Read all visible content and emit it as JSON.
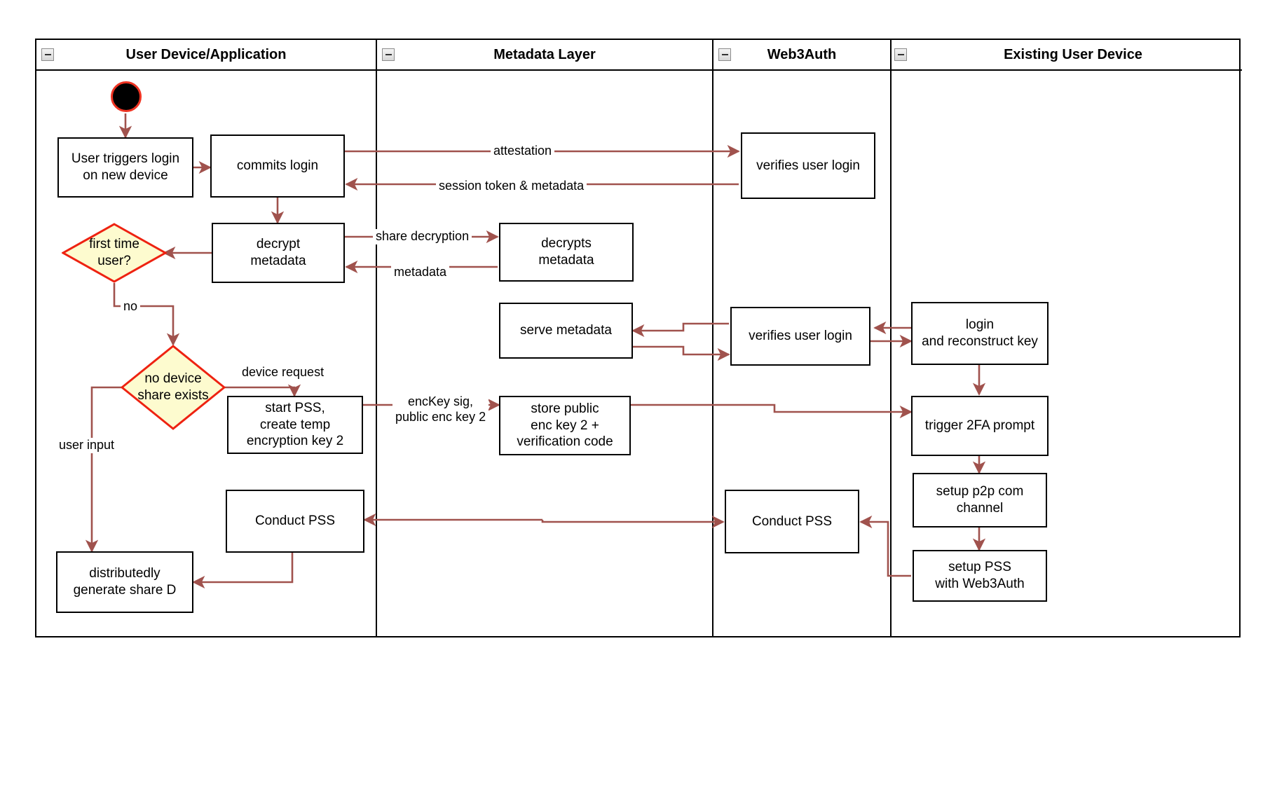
{
  "diagram": {
    "type": "uml-activity-swimlane",
    "accent_arrow_color": "#a0524d",
    "decision_fill": "#fdfbcf",
    "decision_stroke": "#ee2211",
    "node_stroke": "#000000",
    "start_node_stroke": "#ee3322"
  },
  "lanes": [
    {
      "id": "user-device",
      "title": "User Device/Application",
      "collapse_icon": "minus-icon"
    },
    {
      "id": "metadata-layer",
      "title": "Metadata Layer",
      "collapse_icon": "minus-icon"
    },
    {
      "id": "web3auth",
      "title": "Web3Auth",
      "collapse_icon": "minus-icon"
    },
    {
      "id": "existing-user-device",
      "title": "Existing User Device",
      "collapse_icon": "minus-icon"
    }
  ],
  "nodes": {
    "start": {
      "kind": "start",
      "label": ""
    },
    "user_triggers_login": {
      "kind": "activity",
      "label": "User triggers login\non new device",
      "lane": "user-device"
    },
    "commits_login": {
      "kind": "activity",
      "label": "commits login",
      "lane": "user-device"
    },
    "decrypt_metadata": {
      "kind": "activity",
      "label": "decrypt\nmetadata",
      "lane": "user-device"
    },
    "first_time_user": {
      "kind": "decision",
      "label": "first time\nuser?",
      "lane": "user-device"
    },
    "no_device_share": {
      "kind": "decision",
      "label": "no device\nshare exists",
      "lane": "user-device"
    },
    "start_pss": {
      "kind": "activity",
      "label": "start PSS,\ncreate temp\nencryption key 2",
      "lane": "user-device"
    },
    "conduct_pss_user": {
      "kind": "activity",
      "label": "Conduct PSS",
      "lane": "user-device"
    },
    "generate_share_d": {
      "kind": "activity",
      "label": "distributedly\ngenerate share D",
      "lane": "user-device"
    },
    "decrypts_metadata": {
      "kind": "activity",
      "label": "decrypts\nmetadata",
      "lane": "metadata-layer"
    },
    "serve_metadata": {
      "kind": "activity",
      "label": "serve metadata",
      "lane": "metadata-layer"
    },
    "store_public_enc_key": {
      "kind": "activity",
      "label": "store public\nenc key 2 +\nverification code",
      "lane": "metadata-layer"
    },
    "verifies_user_login_1": {
      "kind": "activity",
      "label": "verifies user login",
      "lane": "web3auth"
    },
    "verifies_user_login_2": {
      "kind": "activity",
      "label": "verifies user login",
      "lane": "web3auth"
    },
    "conduct_pss_web3auth": {
      "kind": "activity",
      "label": "Conduct PSS",
      "lane": "web3auth"
    },
    "login_reconstruct": {
      "kind": "activity",
      "label": "login\nand reconstruct key",
      "lane": "existing-user-device"
    },
    "trigger_2fa": {
      "kind": "activity",
      "label": "trigger 2FA prompt",
      "lane": "existing-user-device"
    },
    "setup_p2p": {
      "kind": "activity",
      "label": "setup p2p com\nchannel",
      "lane": "existing-user-device"
    },
    "setup_pss_web3auth": {
      "kind": "activity",
      "label": "setup PSS\nwith Web3Auth",
      "lane": "existing-user-device"
    }
  },
  "edge_labels": {
    "attestation": "attestation",
    "session_token": "session token & metadata",
    "share_decryption": "share decryption",
    "metadata": "metadata",
    "no": "no",
    "device_request": "device request",
    "user_input": "user input",
    "enckey_sig": "encKey sig,\npublic enc key 2"
  }
}
